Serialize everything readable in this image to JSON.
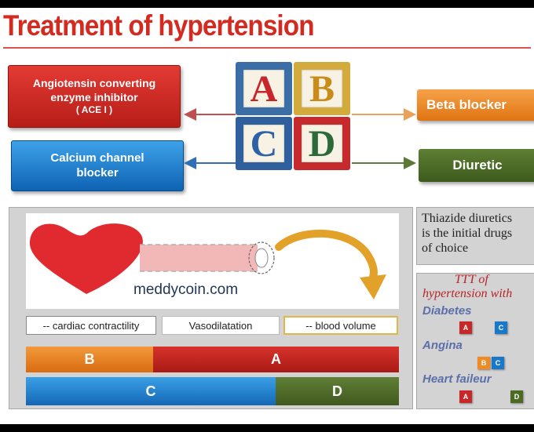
{
  "title": "Treatment of hypertension",
  "blocks": {
    "a": "A",
    "b": "B",
    "c": "C",
    "d": "D"
  },
  "drug_classes": {
    "ace_line1": "Angiotensin converting",
    "ace_line2": "enzyme inhibitor",
    "ace_line3": "( ACE I )",
    "ccb_line1": "Calcium channel",
    "ccb_line2": "blocker",
    "beta": "Beta blocker",
    "diuretic": "Diuretic"
  },
  "diagram": {
    "watermark": "meddycoin.com",
    "label_left": "-- cardiac contractility",
    "label_mid": "Vasodilatation",
    "label_right": "-- blood volume",
    "bar_top_left": "B",
    "bar_top_right": "A",
    "bar_bottom_left": "C",
    "bar_bottom_right": "D"
  },
  "thiazide_note": {
    "line1": "Thiazide diuretics",
    "line2": "is the initial drugs",
    "line3": "of choice"
  },
  "ttt": {
    "heading1": "TTT of",
    "heading2": "hypertension with",
    "conditions": [
      {
        "name": "Diabetes",
        "drugs": [
          "A",
          "C"
        ]
      },
      {
        "name": "Angina",
        "drugs": [
          "B",
          "C"
        ]
      },
      {
        "name": "Heart faileur",
        "drugs": [
          "A",
          "D"
        ]
      }
    ]
  },
  "colors": {
    "title_red": "#d42a20",
    "ace_red": "#c62a24",
    "ccb_blue": "#1a7ccc",
    "beta_orange": "#ee8a2c",
    "diuretic_green": "#4c6a26",
    "heart_red": "#e02a30"
  }
}
